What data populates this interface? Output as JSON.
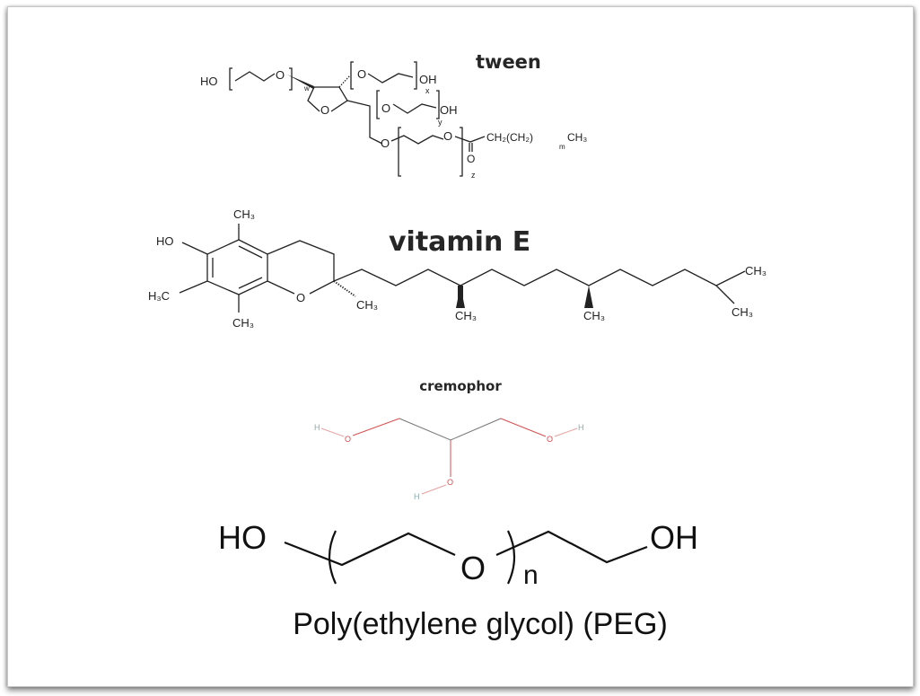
{
  "tween": {
    "title": "tween",
    "labels": {
      "ho": "HO",
      "o1": "O",
      "w": "w",
      "o2": "O",
      "oh_x": "OH",
      "x": "x",
      "ring_o": "O",
      "o3": "O",
      "oh_y": "OH",
      "y": "y",
      "o4": "O",
      "o5": "O",
      "carbonyl_o": "O",
      "tail": "CH₂(CH₂)",
      "m": "m",
      "ch3": "CH₃",
      "z": "z"
    }
  },
  "vitamin_e": {
    "title": "vitamin E",
    "labels": {
      "ho": "HO",
      "ch3_top": "CH₃",
      "h3c": "H₃C",
      "ch3_bottom": "CH₃",
      "ring_o": "O",
      "ch3_chiral": "CH₃",
      "ch3_branch1": "CH₃",
      "ch3_branch2": "CH₃",
      "ch3_end1": "CH₃",
      "ch3_end2": "CH₃"
    }
  },
  "cremophor": {
    "title": "cremophor",
    "labels": {
      "h1": "H",
      "o1": "O",
      "h2": "H",
      "o2": "O",
      "h3": "H",
      "o3": "O"
    },
    "colors": {
      "oxygen": "#e0474c",
      "hydrogen": "#8aa8a8",
      "carbon": "#777777"
    }
  },
  "peg": {
    "labels": {
      "ho": "HO",
      "o": "O",
      "n": "n",
      "oh": "OH"
    },
    "caption": "Poly(ethylene glycol) (PEG)"
  }
}
